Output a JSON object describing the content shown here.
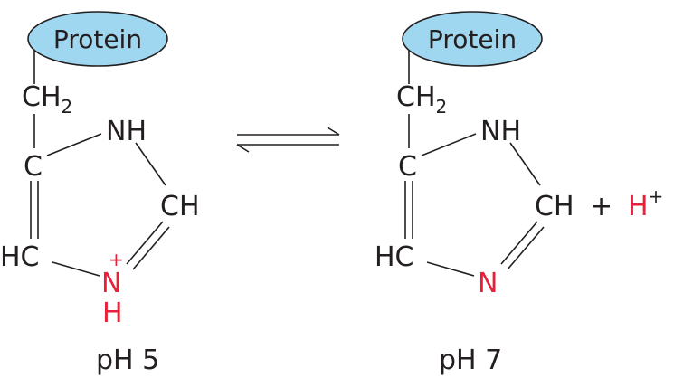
{
  "colors": {
    "protein_fill": "#9fd7f0",
    "protein_stroke": "#231f20",
    "ink": "#231f20",
    "highlight": "#e8203a"
  },
  "left": {
    "protein_label": "Protein",
    "ch2_main": "CH",
    "ch2_sub": "2",
    "nh": "NH",
    "c": "C",
    "ch": "CH",
    "hc": "HC",
    "n": "N",
    "n_charge": "+",
    "n_h": "H",
    "caption": "pH 5"
  },
  "right": {
    "protein_label": "Protein",
    "ch2_main": "CH",
    "ch2_sub": "2",
    "nh": "NH",
    "c": "C",
    "ch": "CH",
    "hc": "HC",
    "n": "N",
    "plus": "+",
    "proton": "H",
    "proton_charge": "+",
    "caption": "pH 7"
  },
  "equilibrium_icon": "equilibrium-arrows"
}
